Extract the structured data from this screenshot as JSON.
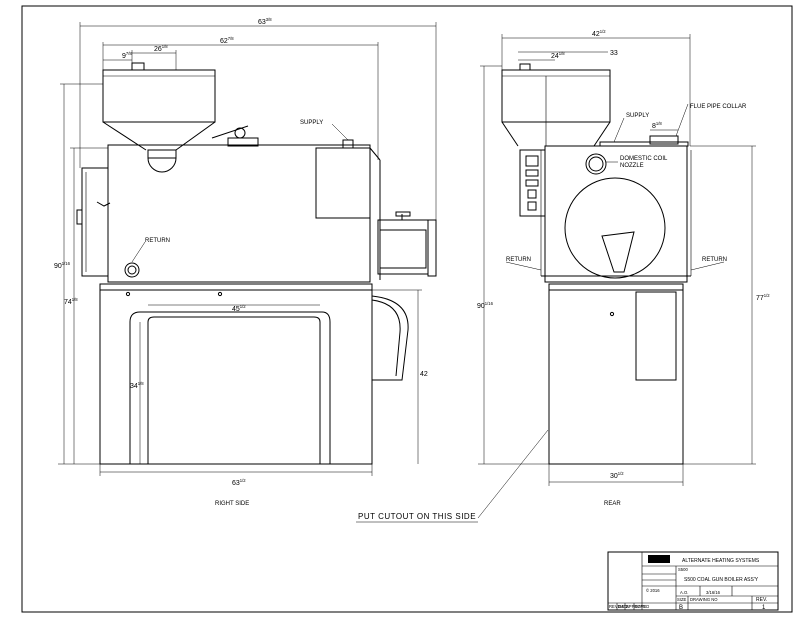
{
  "right_side": {
    "caption": "RIGHT SIDE",
    "dims": {
      "overall_width": "63",
      "overall_width_frac": "3/8",
      "hopper_width": "62",
      "hopper_width_frac": "7/8",
      "top_left": "9",
      "top_left_frac": "7/8",
      "top_center": "26",
      "top_center_frac": "1/8",
      "overall_height": "90",
      "overall_height_frac": "1/16",
      "body_height": "74",
      "body_height_frac": "1/8",
      "opening_width": "45",
      "opening_width_frac": "1/2",
      "opening_height": "34",
      "opening_height_frac": "1/8",
      "base_height": "42",
      "base_width": "63",
      "base_width_frac": "1/2"
    },
    "labels": {
      "supply": "SUPPLY",
      "return": "RETURN"
    }
  },
  "rear": {
    "caption": "REAR",
    "dims": {
      "overall_width": "42",
      "overall_width_frac": "1/2",
      "top_right": "33",
      "top_small": "24",
      "top_small_frac": "1/8",
      "collar": "8",
      "collar_frac": "1/8",
      "overall_height": "90",
      "overall_height_frac": "1/16",
      "body_height": "77",
      "body_height_frac": "1/2",
      "base_width": "30",
      "base_width_frac": "1/2"
    },
    "labels": {
      "supply": "SUPPLY",
      "flue": "FLUE PIPE COLLAR",
      "coil_line1": "DOMESTIC COIL",
      "coil_line2": "NOZZLE",
      "return_left": "RETURN",
      "return_right": "RETURN"
    }
  },
  "note": "PUT CUTOUT ON THIS SIDE",
  "title_block": {
    "company": "ALTERNATE HEATING SYSTEMS",
    "title_code": "S500",
    "title": "S500 COAL GUN BOILER ASS'Y",
    "drawn_value": "A.O.",
    "date_value": "3/16/16",
    "size_label": "SIZE",
    "size_value": "B",
    "drawing_no_label": "DRAWING NO",
    "rev_label": "REV.",
    "rev_value": "1",
    "copyright": "© 2016",
    "rev_cells": [
      "REVISED",
      "DATE",
      "APPROVED",
      "DATE"
    ]
  }
}
